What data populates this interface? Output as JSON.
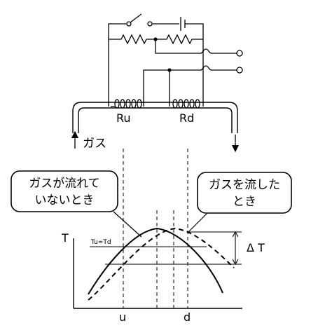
{
  "circuit": {
    "resistor_u_label": "Ru",
    "resistor_d_label": "Rd",
    "gas_label": "ガス"
  },
  "callouts": {
    "no_flow_line1": "ガスが流れて",
    "no_flow_line2": "いないとき",
    "flow_line1": "ガスを流した",
    "flow_line2": "とき"
  },
  "graph": {
    "y_axis_label": "T",
    "equal_temp_label": "Tu=Td",
    "delta_label": "Δ T",
    "x_label_u": "u",
    "x_label_d": "d",
    "curves": {
      "no_flow": "solid",
      "with_flow": "dashed"
    }
  }
}
